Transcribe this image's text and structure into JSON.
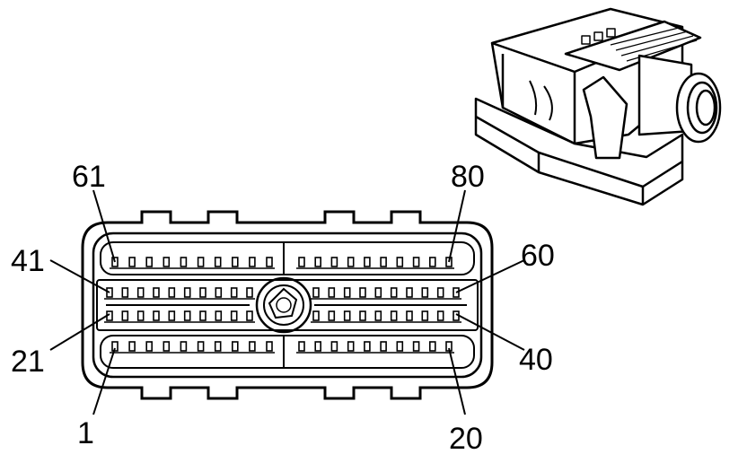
{
  "diagram": {
    "pin_labels": {
      "p61": "61",
      "p80": "80",
      "p41": "41",
      "p60": "60",
      "p21": "21",
      "p40": "40",
      "p1": "1",
      "p20": "20"
    },
    "rows": [
      {
        "first": "61",
        "last": "80",
        "pins": 20
      },
      {
        "first": "41",
        "last": "60",
        "pins": 20
      },
      {
        "first": "21",
        "last": "40",
        "pins": 20
      },
      {
        "first": "1",
        "last": "20",
        "pins": 20
      }
    ],
    "colors": {
      "line": "#000000",
      "background": "#ffffff"
    }
  }
}
